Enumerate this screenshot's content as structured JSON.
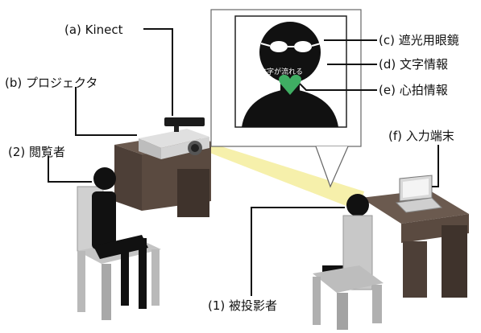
{
  "labels": {
    "kinect": "(a) Kinect",
    "projector": "(b) プロジェクタ",
    "viewer": "(2) 閲覧者",
    "projected_person": "(1) 被投影者",
    "terminal": "(f) 入力端末",
    "glasses": "(c) 遮光用眼鏡",
    "text_info": "(d) 文字情報",
    "heart_info": "(e) 心拍情報"
  },
  "overlay_text": "文字が流れる",
  "colors": {
    "wood": "#5a4a40",
    "wood_dark": "#3f332c",
    "chair": "#c8c8c8",
    "chair_dark": "#a3a3a3",
    "light_beam": "#f5efa6",
    "heart": "#3fae63",
    "figure": "#111111"
  }
}
